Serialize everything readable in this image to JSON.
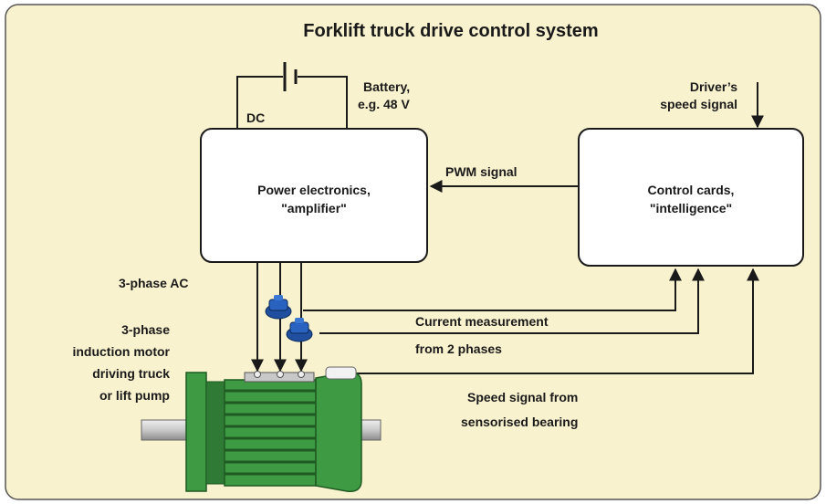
{
  "diagram": {
    "title": "Forklift truck drive control system",
    "battery": {
      "label_line1": "Battery,",
      "label_line2": "e.g. 48 V",
      "dc_label": "DC"
    },
    "driver_signal": {
      "line1": "Driver’s",
      "line2": "speed signal"
    },
    "power_box": {
      "line1": "Power electronics,",
      "line2": "\"amplifier\""
    },
    "control_box": {
      "line1": "Control cards,",
      "line2": "\"intelligence\""
    },
    "pwm_label": "PWM signal",
    "ac_label": "3-phase AC",
    "motor_label": {
      "line1": "3-phase",
      "line2": "induction motor",
      "line3": "driving truck",
      "line4": "or lift pump"
    },
    "current_label": {
      "line1": "Current measurement",
      "line2": "from 2 phases"
    },
    "speed_label": {
      "line1": "Speed signal from",
      "line2": "sensorised bearing"
    },
    "colors": {
      "background": "#f9f2cf",
      "motor_green": "#3f9a44",
      "motor_dark": "#2f7a35",
      "sensor_blue": "#1f4f9e",
      "shaft_grey": "#c9c9c9"
    }
  }
}
